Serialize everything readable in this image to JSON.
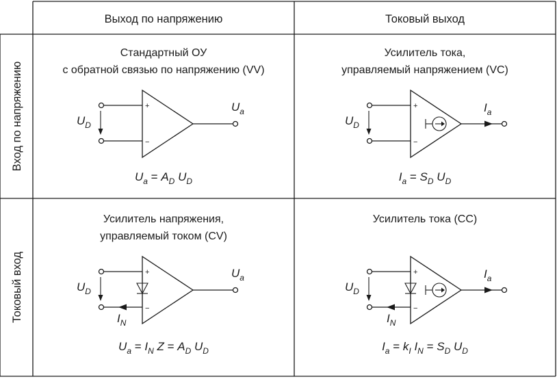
{
  "columns": [
    "Выход по напряжению",
    "Токовый выход"
  ],
  "rows": [
    "Вход по напряжению",
    "Токовый вход"
  ],
  "cells": [
    {
      "title": [
        "Стандартный ОУ",
        "с обратной связью по напряжению (VV)"
      ],
      "formula": [
        {
          "t": "U",
          "i": true
        },
        {
          "t": "a",
          "sub": true
        },
        {
          "t": " = "
        },
        {
          "t": "A",
          "i": true
        },
        {
          "t": "D",
          "sub": true
        },
        {
          "t": " "
        },
        {
          "t": "U",
          "i": true
        },
        {
          "t": "D",
          "sub": true
        }
      ],
      "labels": {
        "input": "U",
        "input_sub": "D",
        "output": "U",
        "output_sub": "a",
        "plus": "+",
        "minus": "−"
      }
    },
    {
      "title": [
        "Усилитель тока,",
        "управляемый напряжением (VC)"
      ],
      "formula": [
        {
          "t": "I",
          "i": true
        },
        {
          "t": "a",
          "sub": true
        },
        {
          "t": " = "
        },
        {
          "t": "S",
          "i": true
        },
        {
          "t": "D",
          "sub": true
        },
        {
          "t": " "
        },
        {
          "t": "U",
          "i": true
        },
        {
          "t": "D",
          "sub": true
        }
      ],
      "labels": {
        "input": "U",
        "input_sub": "D",
        "output": "I",
        "output_sub": "a",
        "plus": "+",
        "minus": "−"
      }
    },
    {
      "title": [
        "Усилитель напряжения,",
        "управляемый током (CV)"
      ],
      "formula": [
        {
          "t": "U",
          "i": true
        },
        {
          "t": "a",
          "sub": true
        },
        {
          "t": " = "
        },
        {
          "t": "I",
          "i": true
        },
        {
          "t": "N",
          "sub": true
        },
        {
          "t": " Z",
          "i": true
        },
        {
          "t": " = "
        },
        {
          "t": "A",
          "i": true
        },
        {
          "t": "D",
          "sub": true
        },
        {
          "t": " "
        },
        {
          "t": "U",
          "i": true
        },
        {
          "t": "D",
          "sub": true
        }
      ],
      "labels": {
        "input": "U",
        "input_sub": "D",
        "output": "U",
        "output_sub": "a",
        "plus": "+",
        "minus": "−",
        "current": "I",
        "current_sub": "N"
      }
    },
    {
      "title": [
        "Усилитель тока (CC)"
      ],
      "formula": [
        {
          "t": "I",
          "i": true
        },
        {
          "t": "a",
          "sub": true
        },
        {
          "t": " = "
        },
        {
          "t": "k",
          "i": true
        },
        {
          "t": "I",
          "sub": true
        },
        {
          "t": " "
        },
        {
          "t": "I",
          "i": true
        },
        {
          "t": "N",
          "sub": true
        },
        {
          "t": " = "
        },
        {
          "t": "S",
          "i": true
        },
        {
          "t": "D",
          "sub": true
        },
        {
          "t": " "
        },
        {
          "t": "U",
          "i": true
        },
        {
          "t": "D",
          "sub": true
        }
      ],
      "labels": {
        "input": "U",
        "input_sub": "D",
        "output": "I",
        "output_sub": "a",
        "plus": "+",
        "minus": "−",
        "current": "I",
        "current_sub": "N"
      }
    }
  ]
}
